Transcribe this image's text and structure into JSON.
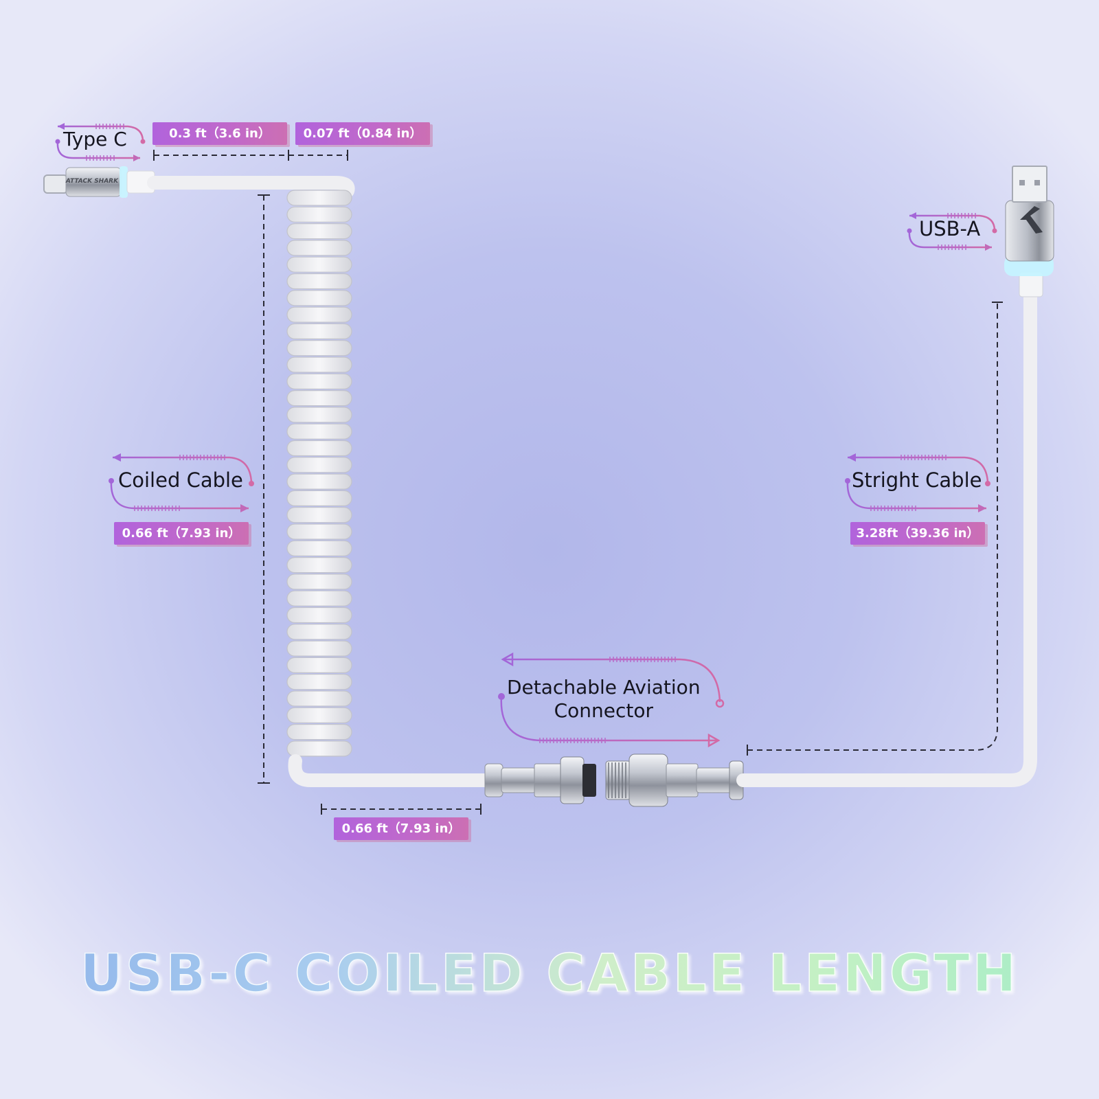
{
  "labels": {
    "type_c": "Type C",
    "usb_a": "USB-A",
    "coiled_cable": "Coiled Cable",
    "straight_cable": "Stright Cable",
    "aviation_line1": "Detachable Aviation",
    "aviation_line2": "Connector"
  },
  "measurements": {
    "type_c_segment": "0.3 ft（3.6 in）",
    "transition_segment": "0.07 ft（0.84 in）",
    "coiled_length": "0.66 ft（7.93 in）",
    "straight_length": "3.28ft（39.36 in）",
    "tail_length": "0.66 ft（7.93 in）"
  },
  "branding": {
    "type_c_plug_text": "ATTACK SHARK"
  },
  "title": "USB-C COILED CABLE LENGTH",
  "colors": {
    "cable": "#f2f2f4",
    "metal": "#c9cdd6",
    "accent_pill": "#b866d6",
    "glow": "#bff0ff",
    "arrow_purple": "#a366d8",
    "arrow_pink": "#d36aa6"
  }
}
